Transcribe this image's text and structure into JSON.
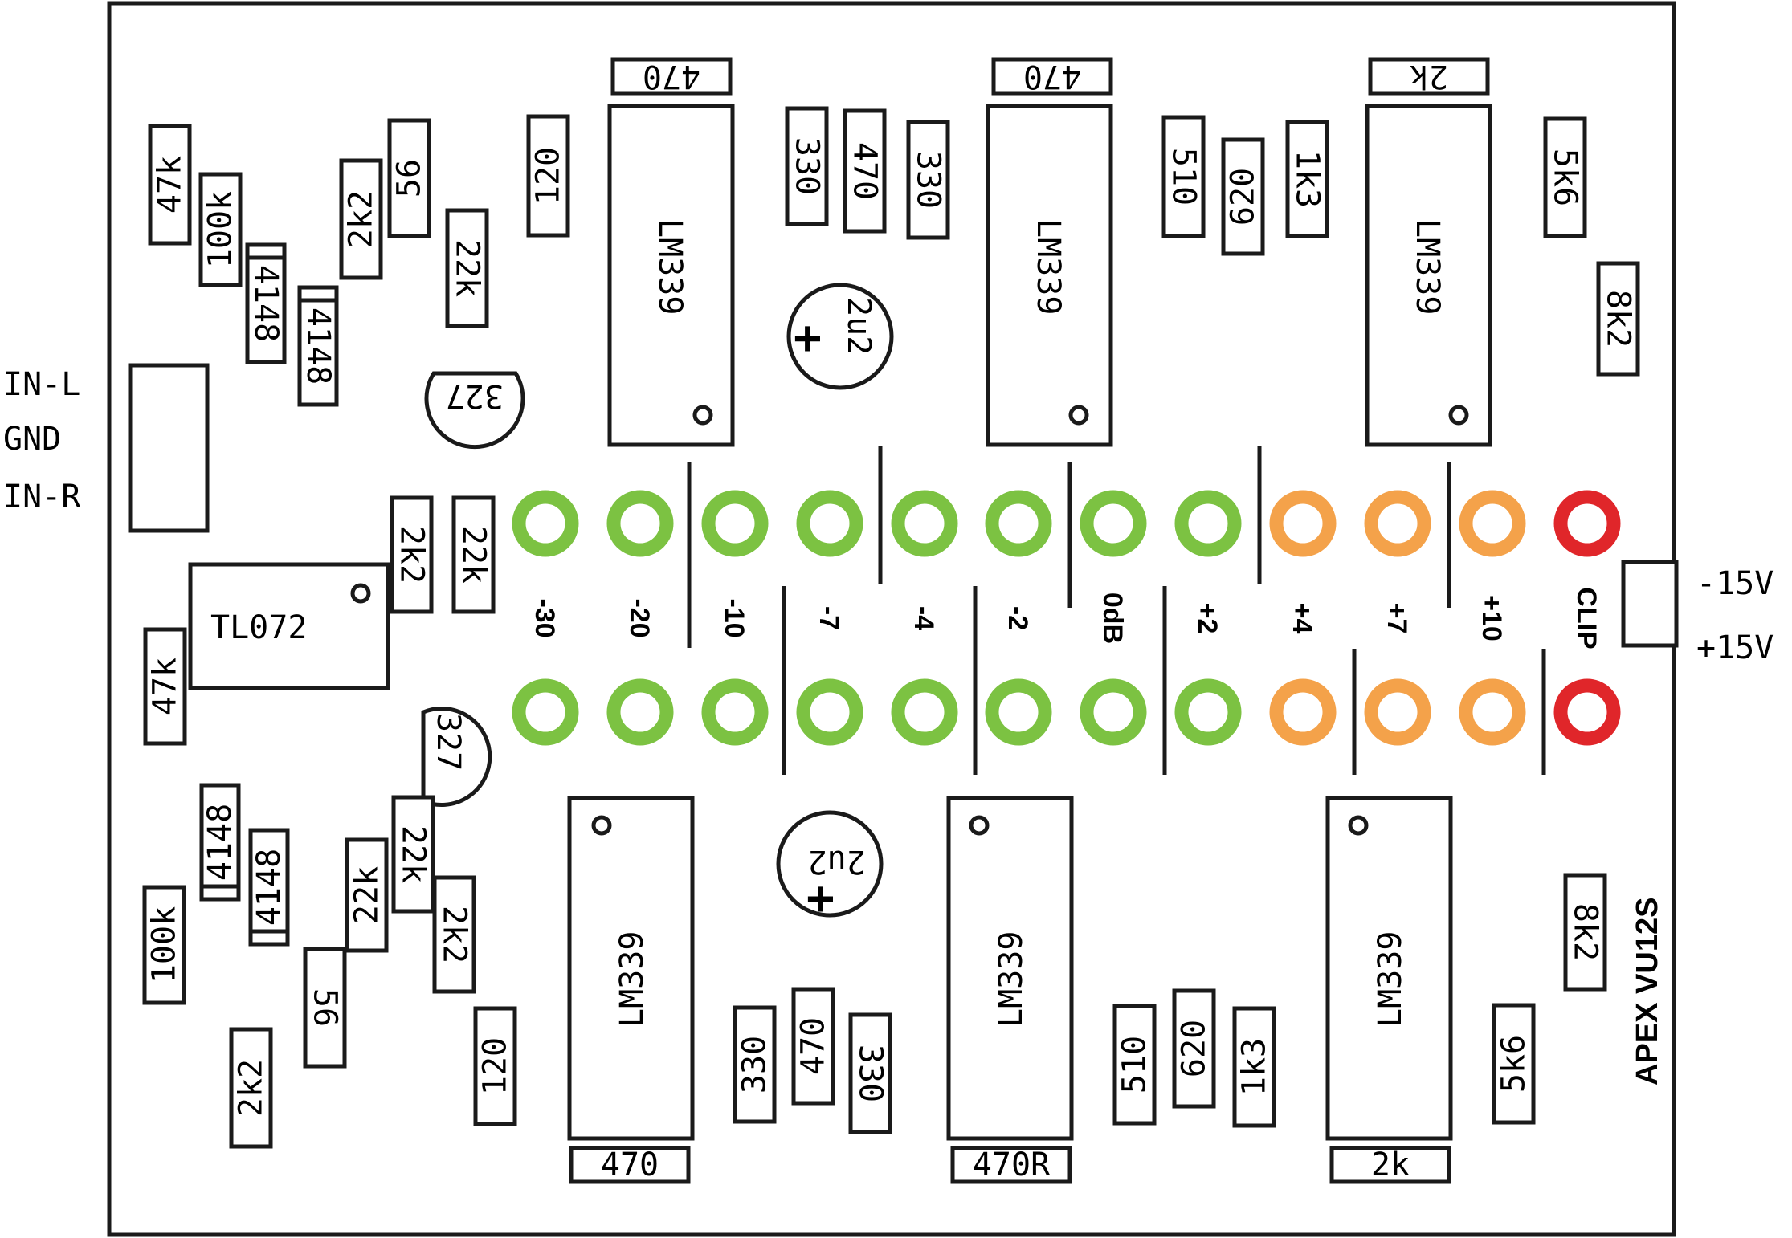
{
  "colors": {
    "green": "#7cc242",
    "orange": "#f4a24a",
    "red": "#e0262a",
    "stroke": "#1a1a1a"
  },
  "board": {
    "title": "APEX VU12S",
    "inputs": [
      "IN-L",
      "GND",
      "IN-R"
    ],
    "power": [
      "-15V",
      "+15V"
    ]
  },
  "leds": {
    "levels": [
      "-30",
      "-20",
      "-10",
      "-7",
      "-4",
      "-2",
      "0dB",
      "+2",
      "+4",
      "+7",
      "+10",
      "CLIP"
    ],
    "colors": [
      "green",
      "green",
      "green",
      "green",
      "green",
      "green",
      "green",
      "green",
      "orange",
      "orange",
      "orange",
      "red"
    ]
  },
  "chips": {
    "comparator": "LM339",
    "opamp": "TL072"
  },
  "capacitors": {
    "electrolytic": "2u2",
    "transistor": "327"
  },
  "resistors": {
    "r47k": "47k",
    "r100k": "100k",
    "d4148": "4148",
    "r2k2": "2k2",
    "r56": "56",
    "r22k": "22k",
    "r120": "120",
    "r470": "470",
    "r470r": "470R",
    "r330": "330",
    "r510": "510",
    "r620": "620",
    "r1k3": "1k3",
    "r2k": "2k",
    "r5k6": "5k6",
    "r8k2": "8k2"
  }
}
